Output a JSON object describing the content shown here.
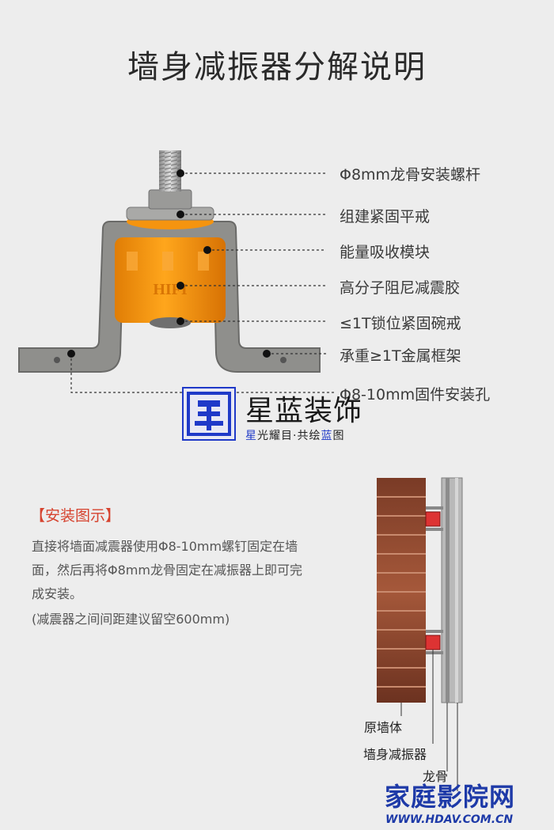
{
  "page": {
    "title": "墙身减振器分解说明"
  },
  "callouts": [
    {
      "label": "Φ8mm龙骨安装螺杆"
    },
    {
      "label": "组建紧固平戒"
    },
    {
      "label": "能量吸收模块"
    },
    {
      "label": "高分子阻尼减震胶"
    },
    {
      "label": "≤1T锁位紧固碗戒"
    },
    {
      "label": "承重≥1T金属框架"
    },
    {
      "label": "Φ8-10mm固件安装孔"
    }
  ],
  "logo": {
    "brand": "星蓝装饰",
    "slogan_parts": [
      "星",
      "光耀目·共绘",
      "蓝",
      "图"
    ]
  },
  "install": {
    "heading": "【安装图示】",
    "lines": [
      "直接将墙面减震器使用Φ8-10mm螺钉固定在墙",
      "面，然后再将Φ8mm龙骨固定在减振器上即可完",
      "成安装。",
      "(减震器之间间距建议留空600mm)"
    ]
  },
  "wall_diagram": {
    "labels": [
      "原墙体",
      "墙身减振器",
      "龙骨"
    ]
  },
  "watermark": {
    "site_name": "家庭影院网",
    "url": "WWW.HDAV.COM.CN"
  },
  "colors": {
    "orange": "#f5940f",
    "steel": "#8a8a88",
    "accent_red": "#d6432f",
    "brand_blue": "#1f39c8"
  }
}
